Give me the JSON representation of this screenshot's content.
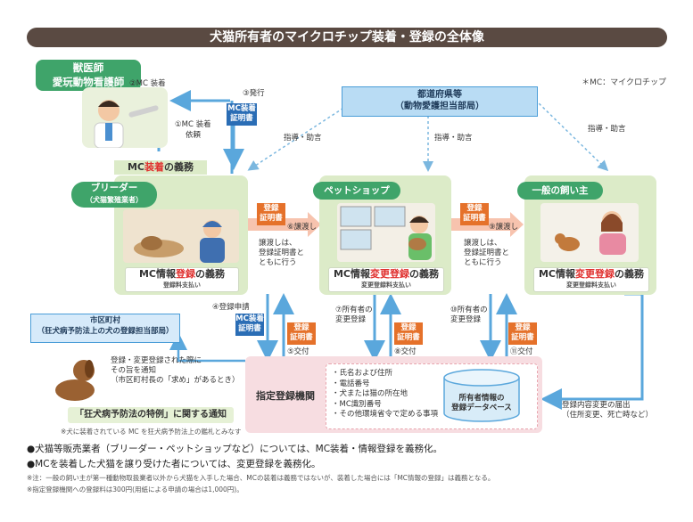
{
  "title": "犬猫所有者のマイクロチップ装着・登録の全体像",
  "legend": "＊MC：マイクロチップ",
  "vet": {
    "line1": "獣医師",
    "line2": "愛玩動物看護師"
  },
  "vet_labels": {
    "mc_mount": "②MC 装着",
    "issue": "③発行",
    "request_a": "①MC 装着",
    "request_b": "依頼"
  },
  "cert_vet": {
    "line1": "MC装着",
    "line2": "証明書"
  },
  "prefecture": {
    "line1": "都道府県等",
    "line2": "（動物愛護担当部局）"
  },
  "guidance": "指導・助言",
  "mc_duty": {
    "pre": "MC",
    "red": "装着",
    "post": "の義務"
  },
  "breeder": {
    "name": "ブリーダー",
    "sub": "（犬猫繁殖業者）"
  },
  "petshop": {
    "name": "ペットショップ"
  },
  "owner": {
    "name": "一般の飼い主"
  },
  "breeder_duty": {
    "pre": "MC情報",
    "red": "登録",
    "post": "の義務",
    "fee": "登録料支払い"
  },
  "shop_duty": {
    "pre": "MC情報",
    "red": "変更登録",
    "post": "の義務",
    "fee": "変更登録料支払い"
  },
  "owner_duty": {
    "pre": "MC情報",
    "red": "変更登録",
    "post": "の義務",
    "fee": "変更登録料支払い"
  },
  "reg_cert": {
    "line1": "登録",
    "line2": "証明書"
  },
  "transfer6": "⑥譲渡し",
  "transfer9": "⑨譲渡し",
  "transfer_note": {
    "l1": "譲渡しは、",
    "l2": "登録証明書と",
    "l3": "ともに行う"
  },
  "step4": "④登録申請",
  "step5": "⑤交付",
  "step7": {
    "l1": "⑦所有者の",
    "l2": "変更登録"
  },
  "step8": "⑧交付",
  "step10": {
    "l1": "⑩所有者の",
    "l2": "変更登録"
  },
  "step11": "⑪交付",
  "city": {
    "line1": "市区町村",
    "line2": "（狂犬病予防法上の犬の登録担当部局）"
  },
  "notify": {
    "l1": "登録・変更登録された際に",
    "l2": "その旨を通知",
    "l3": "（市区町村長の「求め」があるとき）"
  },
  "rabies": {
    "l1": "「狂犬病予防法の特例」に関する通知",
    "note": "※犬に装着されている MC を狂犬病予防法上の鑑札とみなす"
  },
  "agency": "指定登録機関",
  "items": [
    "氏名および住所",
    "電話番号",
    "犬または猫の所在地",
    "MC識別番号",
    "その他環境省令で定める事項"
  ],
  "db": {
    "l1": "所有者情報の",
    "l2": "登録データベース"
  },
  "change_notice": {
    "l1": "登録内容変更の届出",
    "l2": "（住所変更、死亡時など）"
  },
  "bullets": [
    "●犬猫等販売業者（ブリーダー・ペットショップなど）については、MC装着・情報登録を義務化。",
    "●MCを装着した犬猫を譲り受けた者については、変更登録を義務化。"
  ],
  "notes": [
    "※注：一般の飼い主が第一種動物取扱業者以外から犬猫を入手した場合、MCの装着は義務ではないが、装着した場合には「MC情報の登録」は義務となる。",
    "※指定登録機関への登録料は300円(用紙による申請の場合は1,000円)。"
  ],
  "colors": {
    "banner": "#5a4a42",
    "green": "#3fa46a",
    "orange": "#e5712a",
    "blue": "#2a6db5",
    "pink": "#f7dde1"
  }
}
